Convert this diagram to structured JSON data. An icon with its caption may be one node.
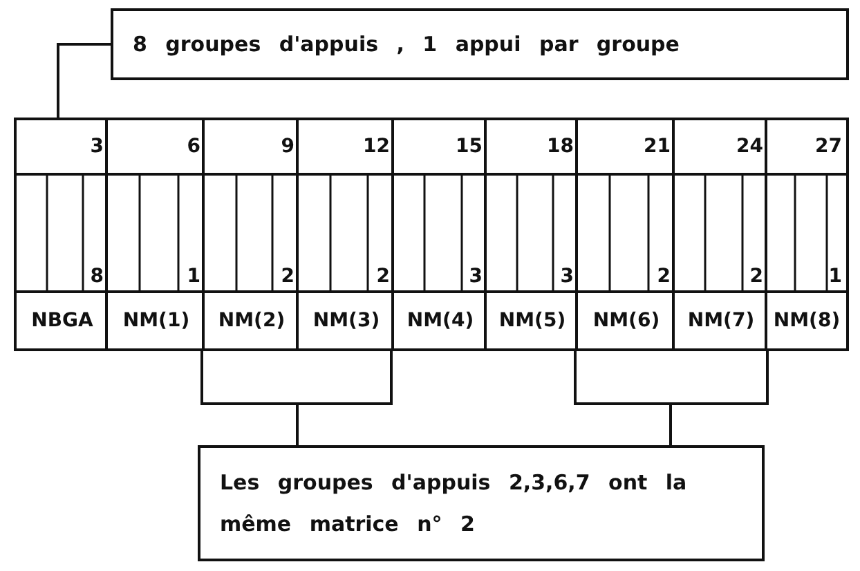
{
  "diagram": {
    "nodes": [
      {
        "text": [
          "8 groupes d'appuis , 1 appui par groupe"
        ]
      },
      {
        "text": [
          "3",
          "8",
          "NBGA"
        ]
      },
      {
        "text": [
          "6",
          "1",
          "NM(1)"
        ]
      },
      {
        "text": [
          "9",
          "2",
          "NM(2)"
        ]
      },
      {
        "text": [
          "12",
          "2",
          "NM(3)"
        ]
      },
      {
        "text": [
          "15",
          "3",
          "NM(4)"
        ]
      },
      {
        "text": [
          "18",
          "3",
          "NM(5)"
        ]
      },
      {
        "text": [
          "21",
          "2",
          "NM(6)"
        ]
      },
      {
        "text": [
          "24",
          "2",
          "NM(7)"
        ]
      },
      {
        "text": [
          "27",
          "1",
          "NM(8)"
        ]
      },
      {
        "text": [
          "Les groupes d'appuis 2,3,6,7 ont la même matrice n° 2"
        ]
      }
    ],
    "edges": [
      {
        "from": 0,
        "to": 1,
        "arrow": "none"
      },
      {
        "from": 10,
        "to": 3,
        "arrow": "none"
      },
      {
        "from": 10,
        "to": 4,
        "arrow": "none"
      },
      {
        "from": 10,
        "to": 7,
        "arrow": "none"
      },
      {
        "from": 10,
        "to": 8,
        "arrow": "none"
      }
    ]
  }
}
